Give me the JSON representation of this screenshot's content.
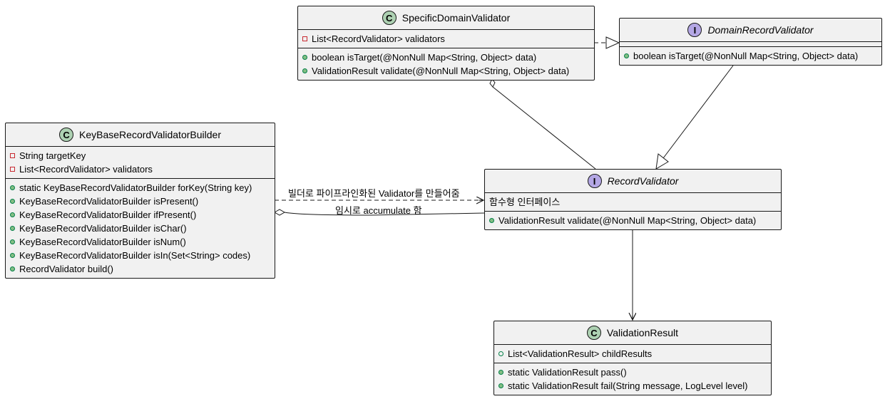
{
  "classes": {
    "specific": {
      "name": "SpecificDomainValidator",
      "stereotype": "C",
      "fields": [
        "List<RecordValidator> validators"
      ],
      "methods": [
        "boolean isTarget(@NonNull Map<String, Object> data)",
        "ValidationResult validate(@NonNull Map<String, Object> data)"
      ]
    },
    "domain": {
      "name": "DomainRecordValidator",
      "stereotype": "I",
      "methods": [
        "boolean isTarget(@NonNull Map<String, Object> data)"
      ]
    },
    "builder": {
      "name": "KeyBaseRecordValidatorBuilder",
      "stereotype": "C",
      "fields": [
        "String targetKey",
        "List<RecordValidator> validators"
      ],
      "methods": [
        "static KeyBaseRecordValidatorBuilder forKey(String key)",
        "KeyBaseRecordValidatorBuilder isPresent()",
        "KeyBaseRecordValidatorBuilder ifPresent()",
        "KeyBaseRecordValidatorBuilder isChar()",
        "KeyBaseRecordValidatorBuilder isNum()",
        "KeyBaseRecordValidatorBuilder isIn(Set<String> codes)",
        "RecordValidator build()"
      ]
    },
    "record": {
      "name": "RecordValidator",
      "stereotype": "I",
      "fields": [
        "함수형 인터페이스"
      ],
      "methods": [
        "ValidationResult validate(@NonNull Map<String, Object> data)"
      ]
    },
    "result": {
      "name": "ValidationResult",
      "stereotype": "C",
      "fields": [
        "List<ValidationResult> childResults"
      ],
      "methods": [
        "static ValidationResult pass()",
        "static ValidationResult fail(String message, LogLevel level)"
      ]
    }
  },
  "edges": {
    "builds_label": "빌더로 파이프라인화된 Validator를 만들어줌",
    "accumulate_label": "임시로 accumulate 함"
  }
}
